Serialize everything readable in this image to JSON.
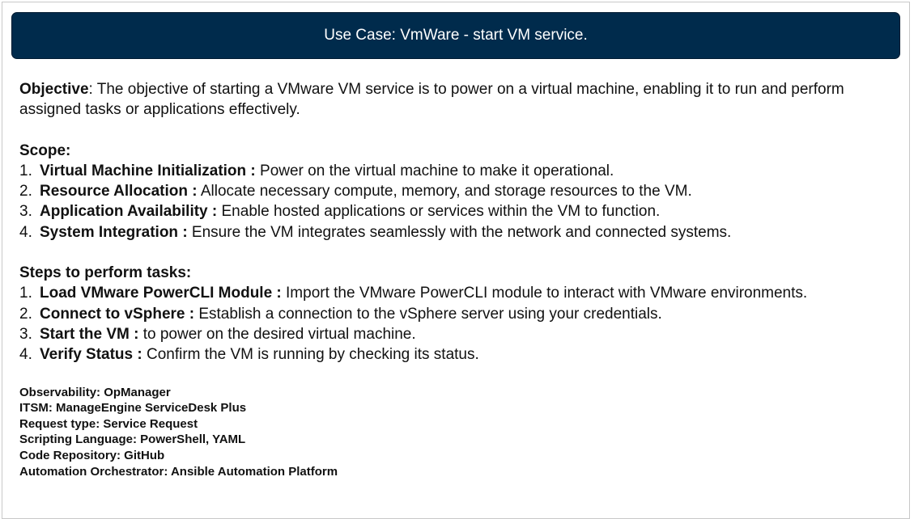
{
  "header": {
    "title": "Use Case: VmWare - start VM service."
  },
  "objective": {
    "label": "Objective",
    "text": ": The objective of starting a VMware VM service is to power on a virtual machine, enabling it to run and perform assigned tasks or applications effectively."
  },
  "scope": {
    "heading": "Scope:",
    "items": [
      {
        "num": "1.",
        "title": "Virtual Machine Initialization :",
        "text": " Power on the virtual machine to make it operational."
      },
      {
        "num": "2.",
        "title": "Resource Allocation :",
        "text": " Allocate necessary compute, memory, and storage resources to the VM."
      },
      {
        "num": "3.",
        "title": "Application Availability :",
        "text": " Enable hosted applications or services within the VM to function."
      },
      {
        "num": "4.",
        "title": "System Integration :",
        "text": " Ensure the VM integrates seamlessly with the network and connected systems."
      }
    ]
  },
  "steps": {
    "heading": "Steps to perform tasks:",
    "items": [
      {
        "num": "1.",
        "title": "Load VMware PowerCLI Module :",
        "text": " Import the VMware PowerCLI module to interact with VMware environments."
      },
      {
        "num": "2.",
        "title": "Connect to vSphere :",
        "text": " Establish a connection to the vSphere server using your credentials."
      },
      {
        "num": "3.",
        "title": "Start the VM :",
        "text": " to power on the desired virtual machine."
      },
      {
        "num": "4.",
        "title": "Verify Status :",
        "text": " Confirm the VM is running by checking its status."
      }
    ]
  },
  "meta": {
    "observability": "Observability: OpManager",
    "itsm": "ITSM: ManageEngine ServiceDesk Plus",
    "request_type": "Request type: Service Request",
    "scripting_language": "Scripting Language: PowerShell, YAML",
    "code_repository": "Code Repository: GitHub",
    "automation_orchestrator": "Automation Orchestrator: Ansible Automation Platform"
  },
  "colors": {
    "title_bar_bg": "#002b4c",
    "title_text": "#ffffff",
    "body_text": "#111111"
  }
}
